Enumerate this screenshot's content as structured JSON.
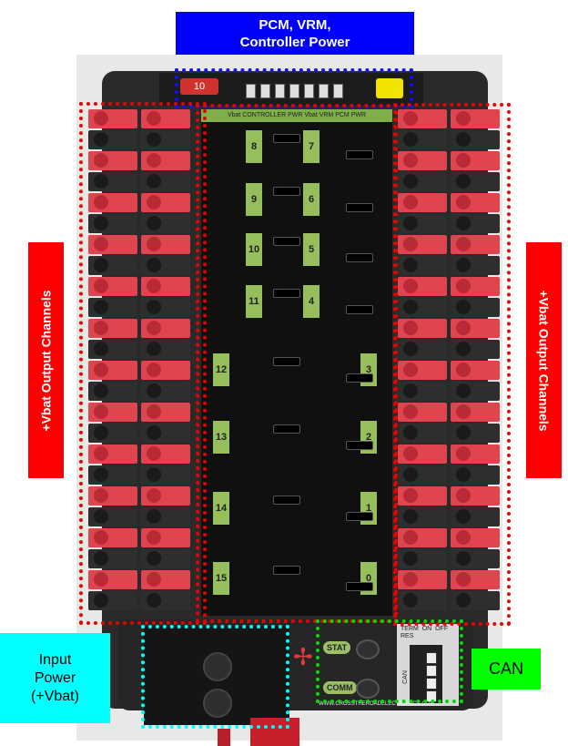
{
  "labels": {
    "top_line1": "PCM, VRM,",
    "top_line2": "Controller Power",
    "left": "+Vbat Output Channels",
    "right": "+Vbat Output Channels",
    "input_line1": "Input",
    "input_line2": "Power",
    "input_line3": "(+Vbat)",
    "can": "CAN"
  },
  "device": {
    "fuse_left": "10",
    "center_bar_text": "Vbat CONTROLLER PWR      Vbat VRM PCM PWR",
    "fuse_numbers": [
      "8",
      "7",
      "9",
      "6",
      "10",
      "5",
      "11",
      "4",
      "12",
      "3",
      "13",
      "2",
      "14",
      "1",
      "15",
      "0"
    ],
    "led_stat": "STAT",
    "led_comm": "COMM",
    "can_header": "TERM  ON  OFF\nRES",
    "can_side": "CAN",
    "website": "WWW.CROSSTHEROADELECTRONICS.COM"
  },
  "colors": {
    "top_callout": "#0000ff",
    "output_callout": "#ff0000",
    "input_callout": "#00ffff",
    "can_callout": "#00ff00"
  }
}
